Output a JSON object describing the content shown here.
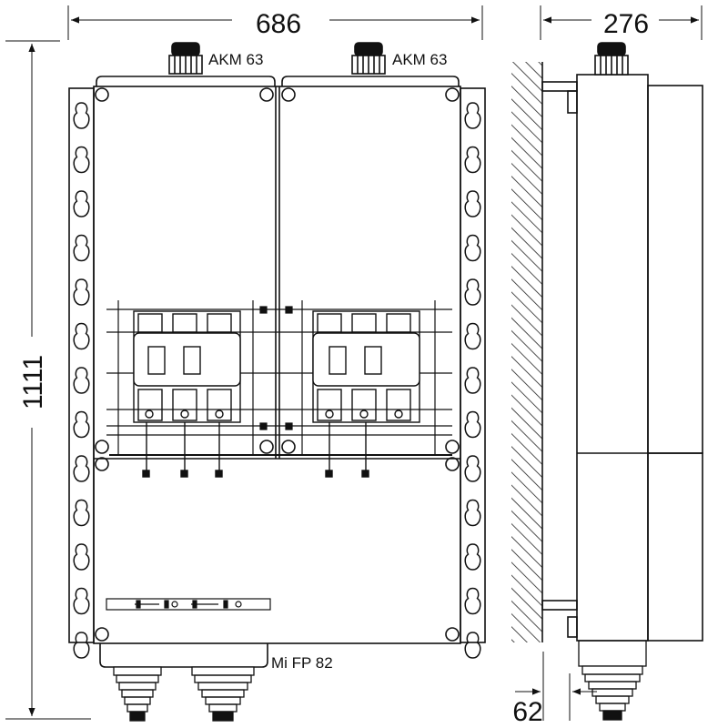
{
  "dimensions": {
    "width": "686",
    "depth": "276",
    "height": "1111",
    "offset": "62"
  },
  "labels": {
    "gland_left": "AKM 63",
    "gland_right": "AKM 63",
    "bottom_gland": "Mi FP 82"
  }
}
